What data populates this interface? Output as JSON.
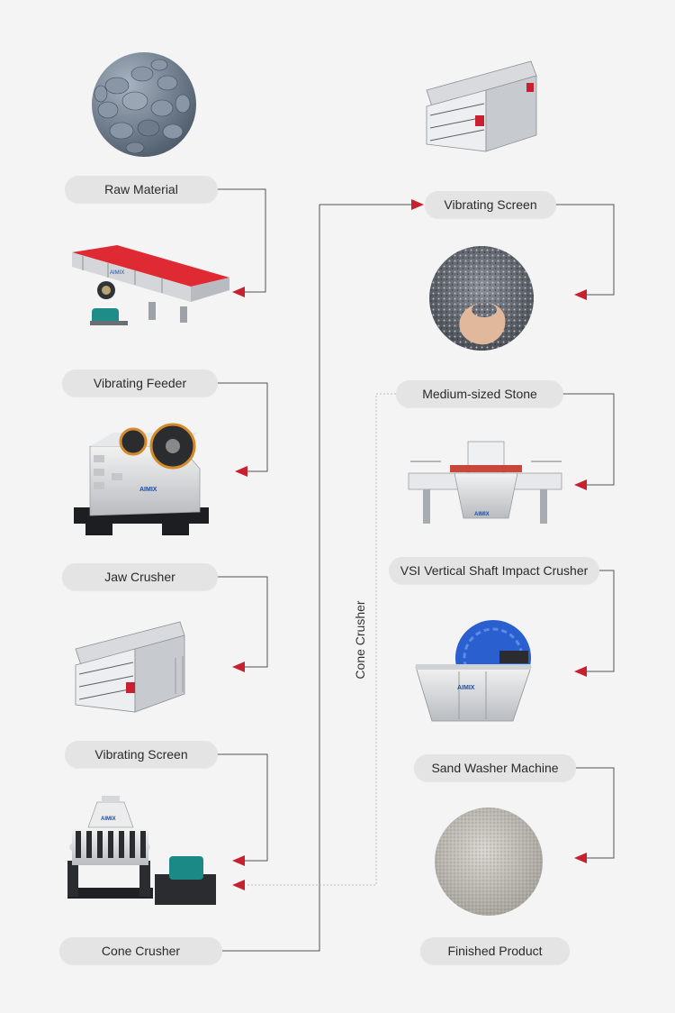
{
  "colors": {
    "background": "#f4f4f4",
    "pill": "#e4e4e4",
    "arrow": "#c8202f",
    "connector": "#555555",
    "dotted": "#bbbbbb",
    "feeder_red": "#d8262f",
    "washer_blue": "#2a5fd0"
  },
  "brand_mark": "AIMIX",
  "labels": {
    "raw_material": "Raw Material",
    "vibrating_feeder": "Vibrating Feeder",
    "jaw_crusher": "Jaw Crusher",
    "vibrating_screen_left": "Vibrating Screen",
    "cone_crusher": "Cone Crusher",
    "vibrating_screen_right": "Vibrating Screen",
    "medium_sized_stone": "Medium-sized Stone",
    "vsi_crusher": "VSI Vertical Shaft Impact Crusher",
    "sand_washer": "Sand Washer Machine",
    "finished_product": "Finished Product",
    "cone_crusher_vertical": "Cone Crusher"
  },
  "images": {
    "raw_material": "river-pebbles-photo",
    "vibrating_feeder": "vibrating-feeder-machine",
    "jaw_crusher": "jaw-crusher-machine",
    "vibrating_screen_left": "vibrating-screen-machine",
    "cone_crusher": "cone-crusher-machine",
    "vibrating_screen_right": "vibrating-screen-machine",
    "medium_sized_stone": "crushed-stone-in-hand-photo",
    "vsi_crusher": "vsi-crusher-machine",
    "sand_washer": "sand-washer-machine",
    "finished_product": "fine-sand-photo"
  }
}
